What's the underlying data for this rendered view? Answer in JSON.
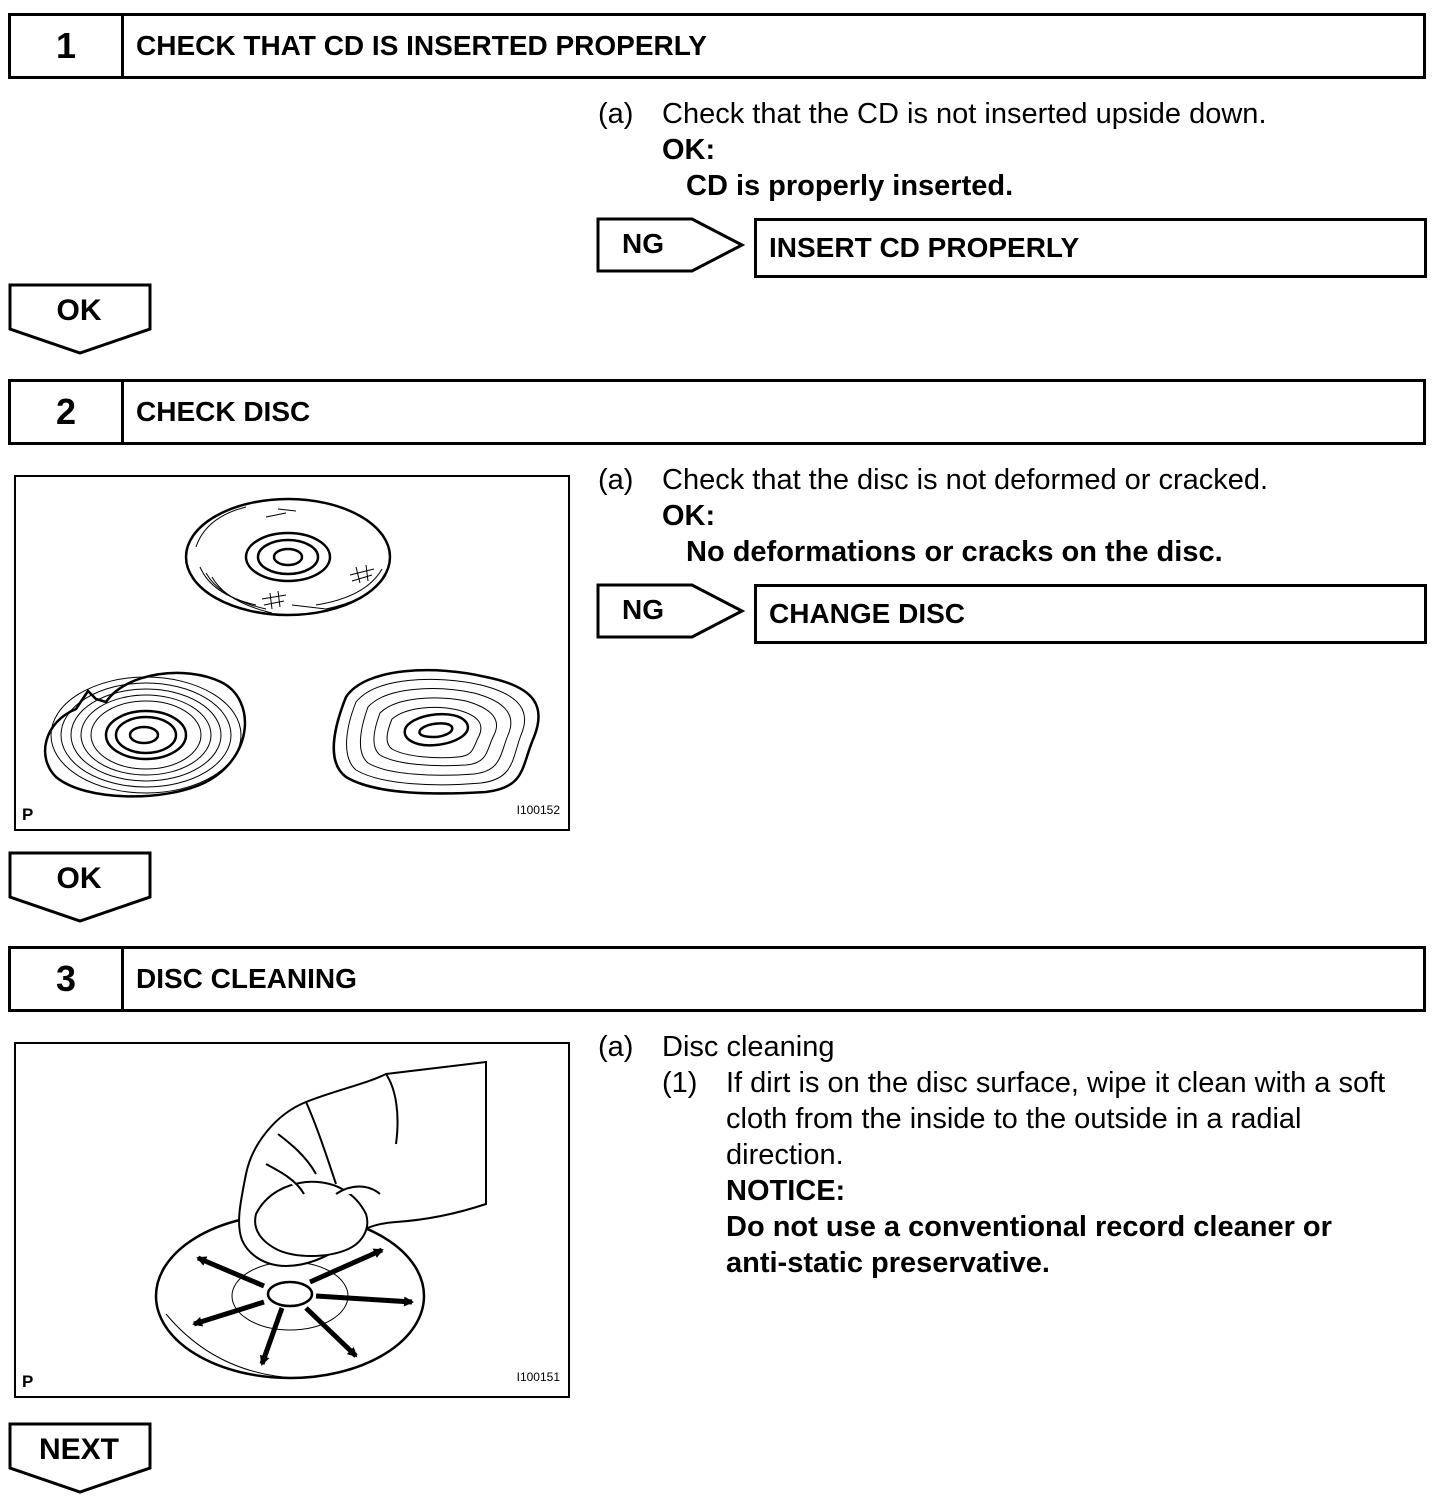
{
  "steps": [
    {
      "number": "1",
      "title": "CHECK THAT CD IS INSERTED PROPERLY",
      "item_label": "(a)",
      "item_text": "Check that the CD is not inserted upside down.",
      "ok_label": "OK:",
      "ok_text": "CD is properly inserted.",
      "ng_label": "NG",
      "ng_action": "INSERT CD PROPERLY",
      "next_label": "OK"
    },
    {
      "number": "2",
      "title": "CHECK DISC",
      "item_label": "(a)",
      "item_text": "Check that the disc is not deformed or cracked.",
      "ok_label": "OK:",
      "ok_text": "No deformations or cracks on the disc.",
      "ng_label": "NG",
      "ng_action": "CHANGE DISC",
      "next_label": "OK",
      "figure": {
        "corner_label": "P",
        "id": "I100152"
      }
    },
    {
      "number": "3",
      "title": "DISC CLEANING",
      "item_label": "(a)",
      "item_text": "Disc cleaning",
      "sub_label": "(1)",
      "sub_lines": [
        "If dirt is on the disc surface, wipe it clean with a soft",
        "cloth from the inside to the outside in a radial",
        "direction."
      ],
      "notice_label": "NOTICE:",
      "notice_lines": [
        "Do not use a conventional record cleaner or",
        "anti-static preservative."
      ],
      "next_label": "NEXT",
      "figure": {
        "corner_label": "P",
        "id": "I100151"
      }
    }
  ]
}
